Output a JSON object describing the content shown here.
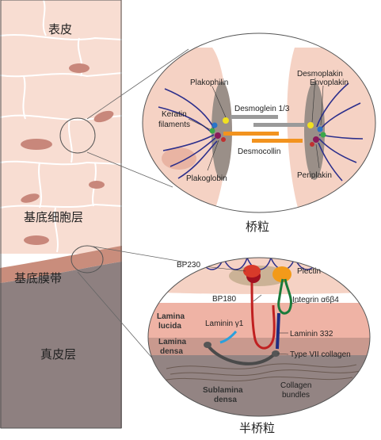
{
  "layers": {
    "epidermis": "表皮",
    "basal_cell_layer": "基底细胞层",
    "basement_membrane": "基底膜带",
    "dermis": "真皮层"
  },
  "desmosome": {
    "caption": "桥粒",
    "plakophilin": "Plakophilin",
    "keratin_line1": "Keratin",
    "keratin_line2": "filaments",
    "desmoglein": "Desmoglein 1/3",
    "desmocollin": "Desmocollin",
    "plakoglobin": "Plakoglobin",
    "desmoplakin": "Desmoplakin",
    "envoplakin": "Envoplakin",
    "periplakin": "Periplakin"
  },
  "hemidesmosome": {
    "caption": "半桥粒",
    "bp230": "BP230",
    "plectin": "Plectin",
    "bp180": "BP180",
    "integrin": "Integrin α6β4",
    "lamina_lucida_1": "Lamina",
    "lamina_lucida_2": "lucida",
    "laminin_y1": "Laminin γ1",
    "laminin_332": "Laminin 332",
    "lamina_densa_1": "Lamina",
    "lamina_densa_2": "densa",
    "type7": "Type VII collagen",
    "sublamina_1": "Sublamina",
    "sublamina_2": "densa",
    "collagen_1": "Collagen",
    "collagen_2": "bundles"
  }
}
